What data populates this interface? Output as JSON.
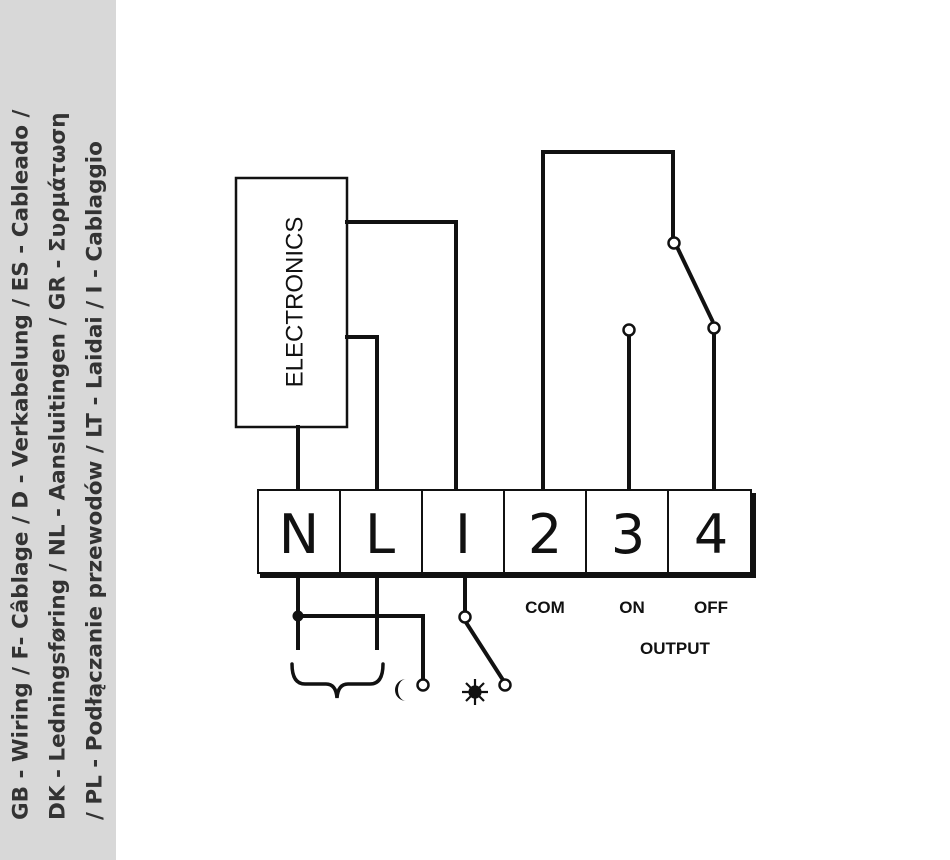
{
  "sidebar": {
    "lines": [
      "GB - Wiring / F- Câblage / D - Verkabelung /  ES - Cableado /",
      "DK - Ledningsføring / NL - Aansluitingen / GR - Συρμάτωση",
      "/ PL - Podłączanie przewodów / LT - Laidai / I - Cablaggio"
    ]
  },
  "diagram": {
    "electronics_label": "ELECTRONICS",
    "terminals": [
      "N",
      "L",
      "I",
      "2",
      "3",
      "4"
    ],
    "labels": {
      "com": "COM",
      "on": "ON",
      "off": "OFF",
      "output": "OUTPUT"
    },
    "icons": [
      "brace-icon",
      "moon-icon",
      "sun-icon"
    ]
  }
}
